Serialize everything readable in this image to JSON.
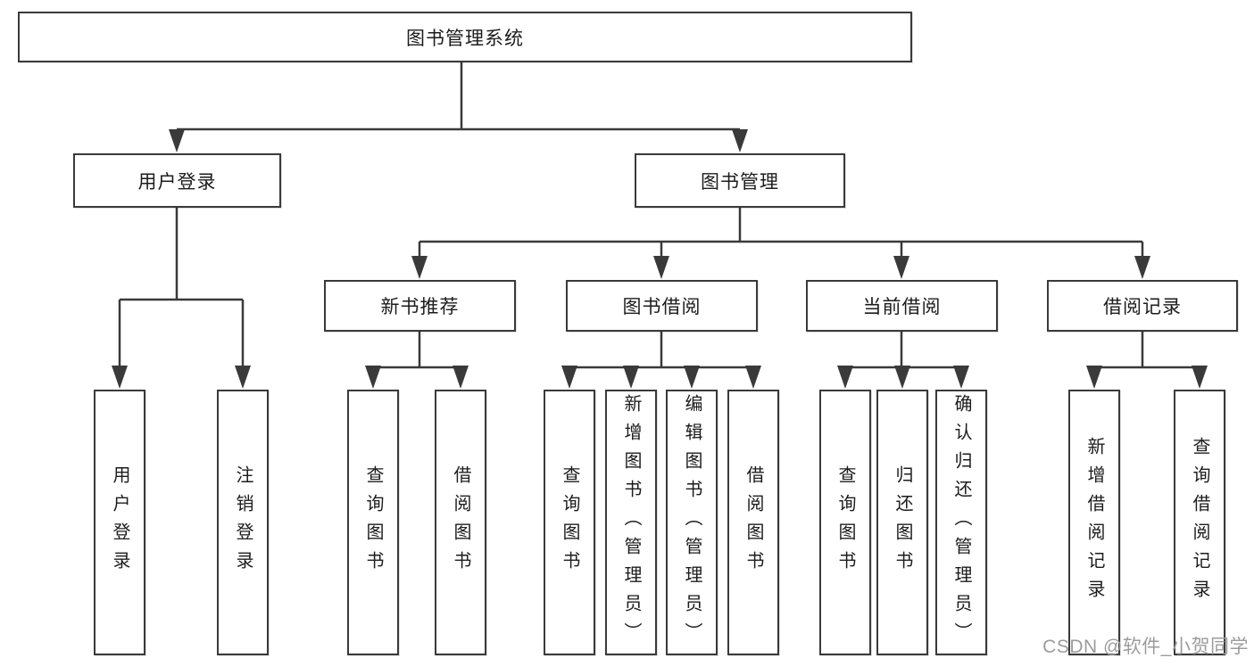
{
  "tree": {
    "label": "图书管理系统",
    "children": [
      {
        "label": "用户登录",
        "children": [
          {
            "label": "用户登录"
          },
          {
            "label": "注销登录"
          }
        ]
      },
      {
        "label": "图书管理",
        "children": [
          {
            "label": "新书推荐",
            "children": [
              {
                "label": "查询图书"
              },
              {
                "label": "借阅图书"
              }
            ]
          },
          {
            "label": "图书借阅",
            "children": [
              {
                "label": "查询图书"
              },
              {
                "label": "新增图书（管理员）"
              },
              {
                "label": "编辑图书（管理员）"
              },
              {
                "label": "借阅图书"
              }
            ]
          },
          {
            "label": "当前借阅",
            "children": [
              {
                "label": "查询图书"
              },
              {
                "label": "归还图书"
              },
              {
                "label": "确认归还（管理员）"
              }
            ]
          },
          {
            "label": "借阅记录",
            "children": [
              {
                "label": "新增借阅记录"
              },
              {
                "label": "查询借阅记录"
              }
            ]
          }
        ]
      }
    ]
  },
  "watermark": "CSDN @软件_小贺同学",
  "colors": {
    "line": "#3a3a3a",
    "box_border": "#3a3a3a",
    "text": "#1c1c1c",
    "watermark_text": "#9c9c9c",
    "background": "#ffffff"
  }
}
